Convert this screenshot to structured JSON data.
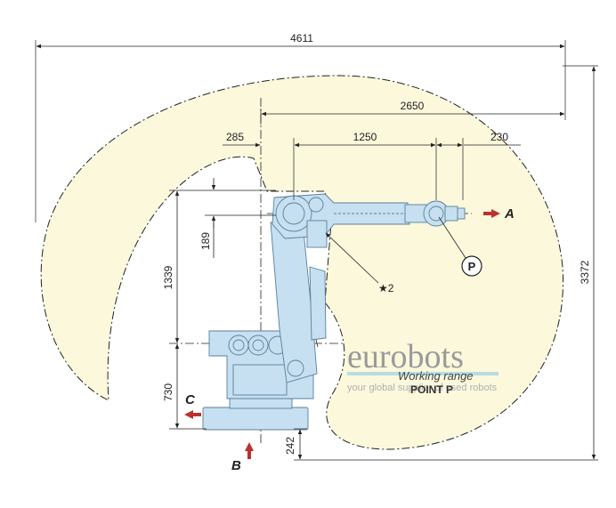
{
  "colors": {
    "envelope_fill": "#fbf8dc",
    "robot_fill": "#c6e0f1",
    "robot_stroke": "#5a7f98",
    "arrow_red": "#b8322e",
    "line": "#222222"
  },
  "dimensions": {
    "total_width": "4611",
    "reach": "2650",
    "rear_offset": "285",
    "arm_length": "1250",
    "wrist_offset": "230",
    "height": "3372",
    "upper_height": "1339",
    "arm_offset": "189",
    "base_height": "730",
    "floor_offset": "242"
  },
  "labels": {
    "view_a": "A",
    "view_b": "B",
    "view_c": "C",
    "point_p": "P",
    "note_2": "★2",
    "working_range": "Working range",
    "point_p_caption": "POINT P"
  },
  "watermark": {
    "brand": "eurobots",
    "tagline": "your global supplier of used robots"
  }
}
